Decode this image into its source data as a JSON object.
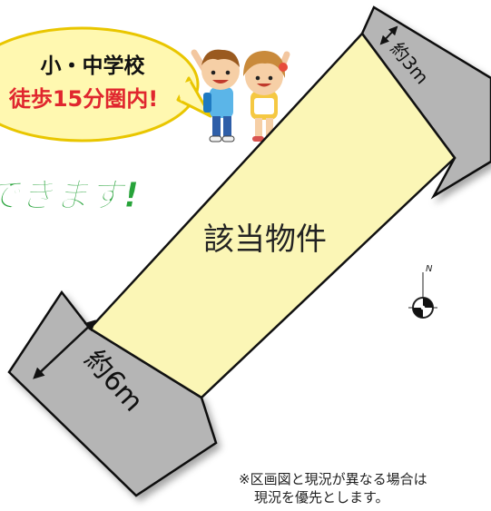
{
  "badge": {
    "line1": "小・中学校",
    "line2": "徒歩15分圏内!"
  },
  "slogan": "できます!",
  "plot": {
    "label": "該当物件",
    "road_top_width": "約3m",
    "road_bottom_width": "約6m"
  },
  "compass": {
    "north_label": "N"
  },
  "note": {
    "line1": "※区画図と現況が異なる場合は",
    "line2": "現況を優先とします。"
  },
  "colors": {
    "plot_fill": "#fbf6b6",
    "road_fill": "#b5b5b5",
    "badge_fill": "#fff8b0",
    "badge_text": "#e0262e",
    "slogan_text": "#27a33a"
  }
}
